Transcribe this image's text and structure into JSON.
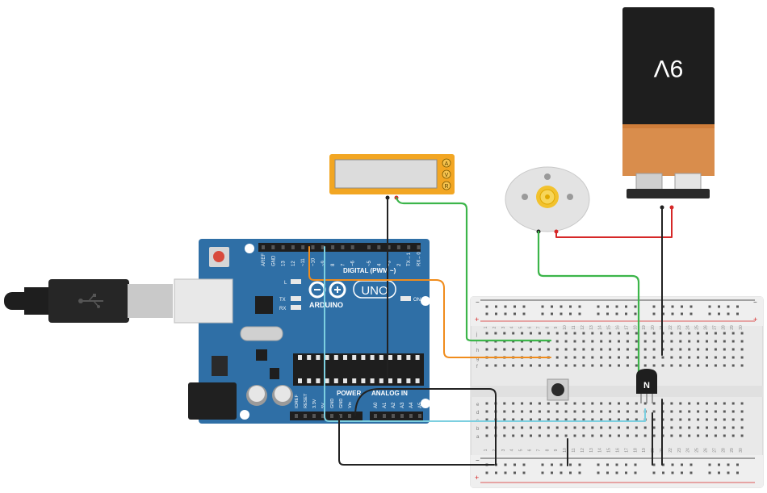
{
  "canvas": {
    "battery": {
      "label": "9V"
    },
    "multimeter": {
      "terminals": [
        "A",
        "V",
        "R"
      ]
    },
    "arduino": {
      "brand": "ARDUINO",
      "model": "UNO",
      "digital_header": "DIGITAL (PWM ~)",
      "digital_pins": [
        "AREF",
        "GND",
        "13",
        "12",
        "~11",
        "~10",
        "~9",
        "8",
        "7",
        "~6",
        "~5",
        "4",
        "~3",
        "2",
        "TX→1",
        "RX←0"
      ],
      "power_header": "POWER",
      "power_pins": [
        "IOREF",
        "RESET",
        "3.3V",
        "5V",
        "GND",
        "GND",
        "Vin"
      ],
      "analog_header": "ANALOG IN",
      "analog_pins": [
        "A0",
        "A1",
        "A2",
        "A3",
        "A4",
        "A5"
      ],
      "leds": {
        "l": "L",
        "tx": "TX",
        "rx": "RX",
        "on": "ON"
      }
    },
    "transistor": {
      "label": "N"
    },
    "breadboard": {
      "rows_top": [
        "j",
        "i",
        "h",
        "g",
        "f"
      ],
      "rows_bottom": [
        "e",
        "d",
        "c",
        "b",
        "a"
      ],
      "plus": "+",
      "minus": "−",
      "column_numbers": [
        "1",
        "2",
        "3",
        "4",
        "5",
        "6",
        "7",
        "8",
        "9",
        "10",
        "11",
        "12",
        "13",
        "14",
        "15",
        "16",
        "17",
        "18",
        "19",
        "20",
        "21",
        "22",
        "23",
        "24",
        "25",
        "26",
        "27",
        "28",
        "29",
        "30"
      ]
    }
  },
  "colors": {
    "board": "#2f6fa6",
    "battery_top": "#1e1e1e",
    "battery_bottom": "#d98d4c",
    "multimeter": "#f2a623",
    "wire_green": "#3cb54a",
    "wire_orange": "#f08c1c",
    "wire_red": "#d62828",
    "wire_black": "#222222",
    "wire_cyan": "#7ccfe0"
  }
}
